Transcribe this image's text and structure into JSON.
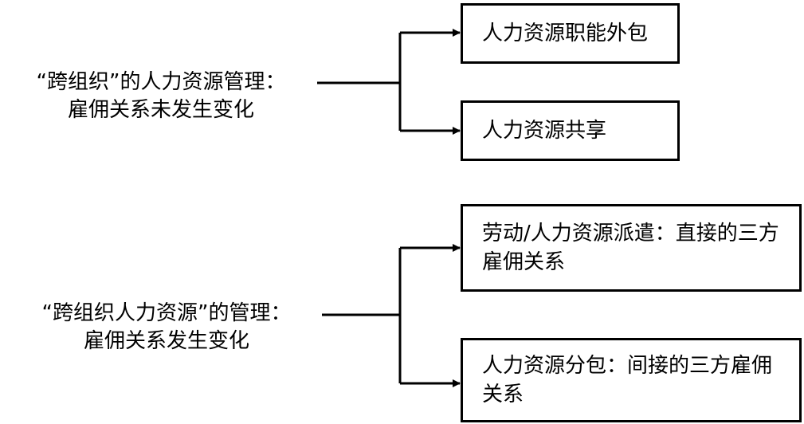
{
  "diagram": {
    "groups": [
      {
        "source_line1": "“跨组织”的人力资源管理：",
        "source_line2": "雇佣关系未发生变化",
        "targets": [
          "人力资源职能外包",
          "人力资源共享"
        ]
      },
      {
        "source_line1": "“跨组织人力资源”的管理：",
        "source_line2": "雇佣关系发生变化",
        "targets": [
          "劳动/人力资源派遣：直接的三方雇佣关系",
          "人力资源分包：间接的三方雇佣关系"
        ]
      }
    ],
    "colors": {
      "line": "#000000",
      "background": "#ffffff",
      "text": "#000000"
    }
  }
}
